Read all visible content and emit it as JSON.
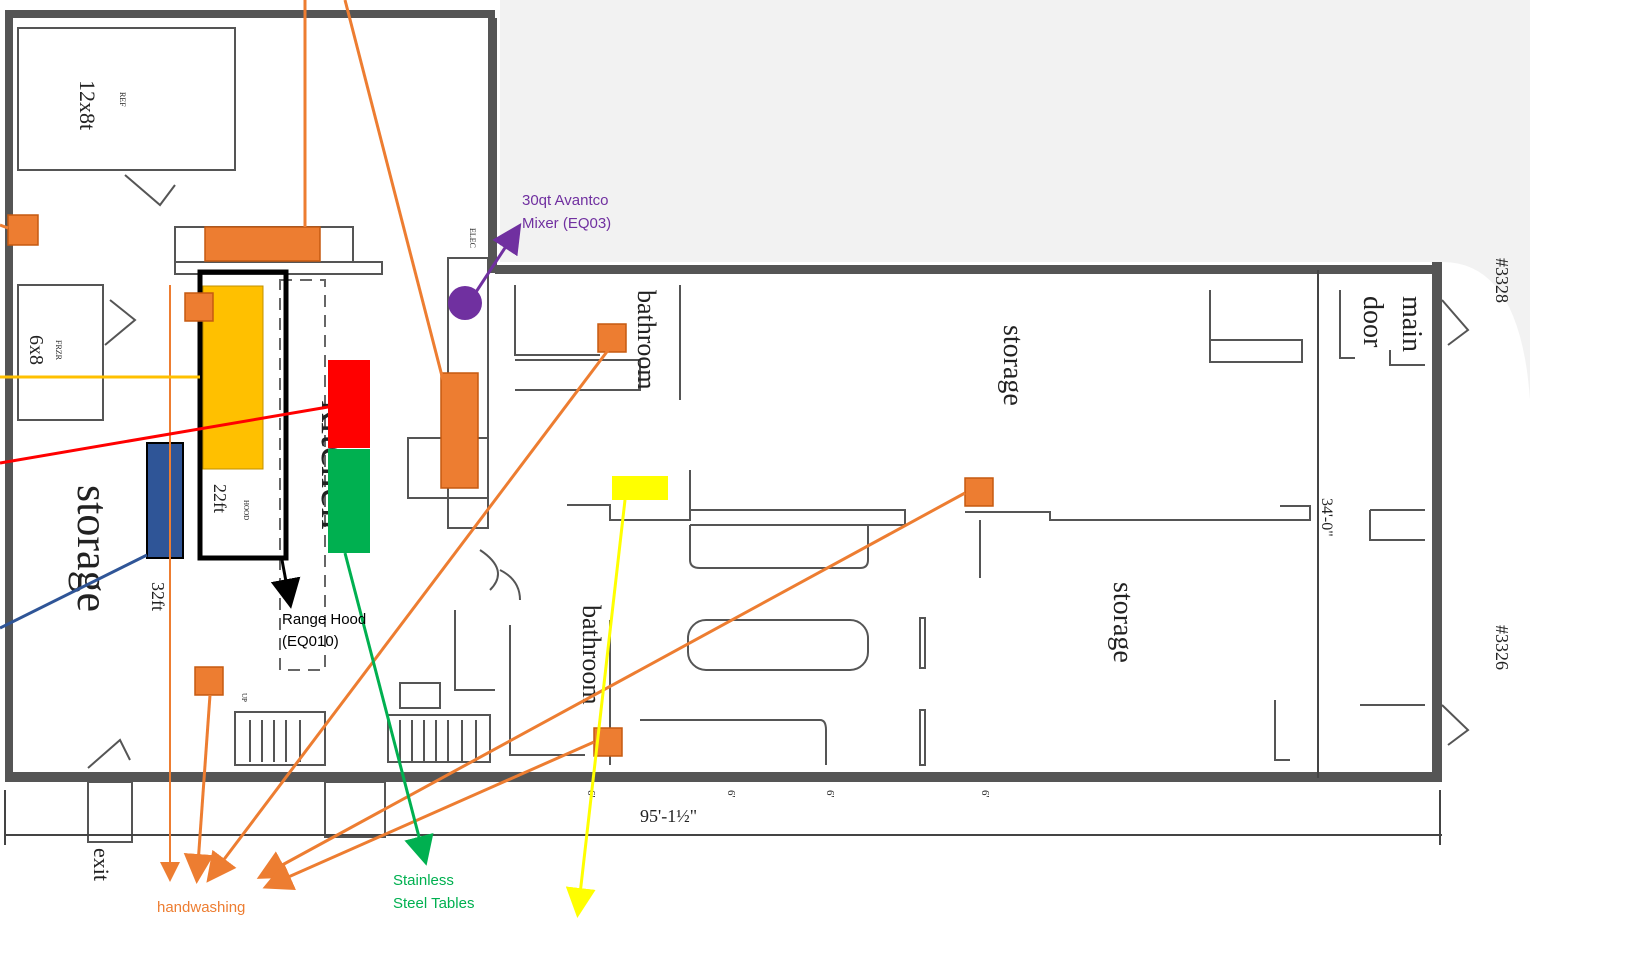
{
  "rooms": {
    "walk_in_ref_size": "12x8t",
    "walk_in_ref_tag": "REF",
    "freezer_size": "6x8",
    "freezer_tag": "FRZR",
    "storage_left": "storage",
    "kitchen": "kitchen",
    "hood_length": "22ft",
    "hood_tag": "HOOD",
    "line_length": "32ft",
    "bathroom_upper": "bathroom",
    "bathroom_lower": "bathroom",
    "storage_upper": "storage",
    "storage_lower": "storage",
    "main_door_1": "main",
    "main_door_2": "door",
    "exit": "exit",
    "elec": "ELEC",
    "up": "UP"
  },
  "dimensions": {
    "address_top": "#3328",
    "address_bottom": "#3326",
    "width": "34'-0\"",
    "length": "95'-1½\"",
    "tick": "6'"
  },
  "annotations": {
    "mixer_line1": "30qt Avantco",
    "mixer_line2": "Mixer (EQ03)",
    "hood_line1": "Range Hood",
    "hood_line2": "(EQ010)",
    "tables_line1": "Stainless",
    "tables_line2": "Steel Tables",
    "handwashing": "handwashing"
  },
  "colors": {
    "handwashing": "#ed7d31",
    "mixer": "#7030a0",
    "tables": "#00b050",
    "hood": "#ffc000",
    "red_equipment": "#ff0000",
    "blue_equipment": "#2f5597",
    "yellow_equipment": "#ffff00"
  }
}
